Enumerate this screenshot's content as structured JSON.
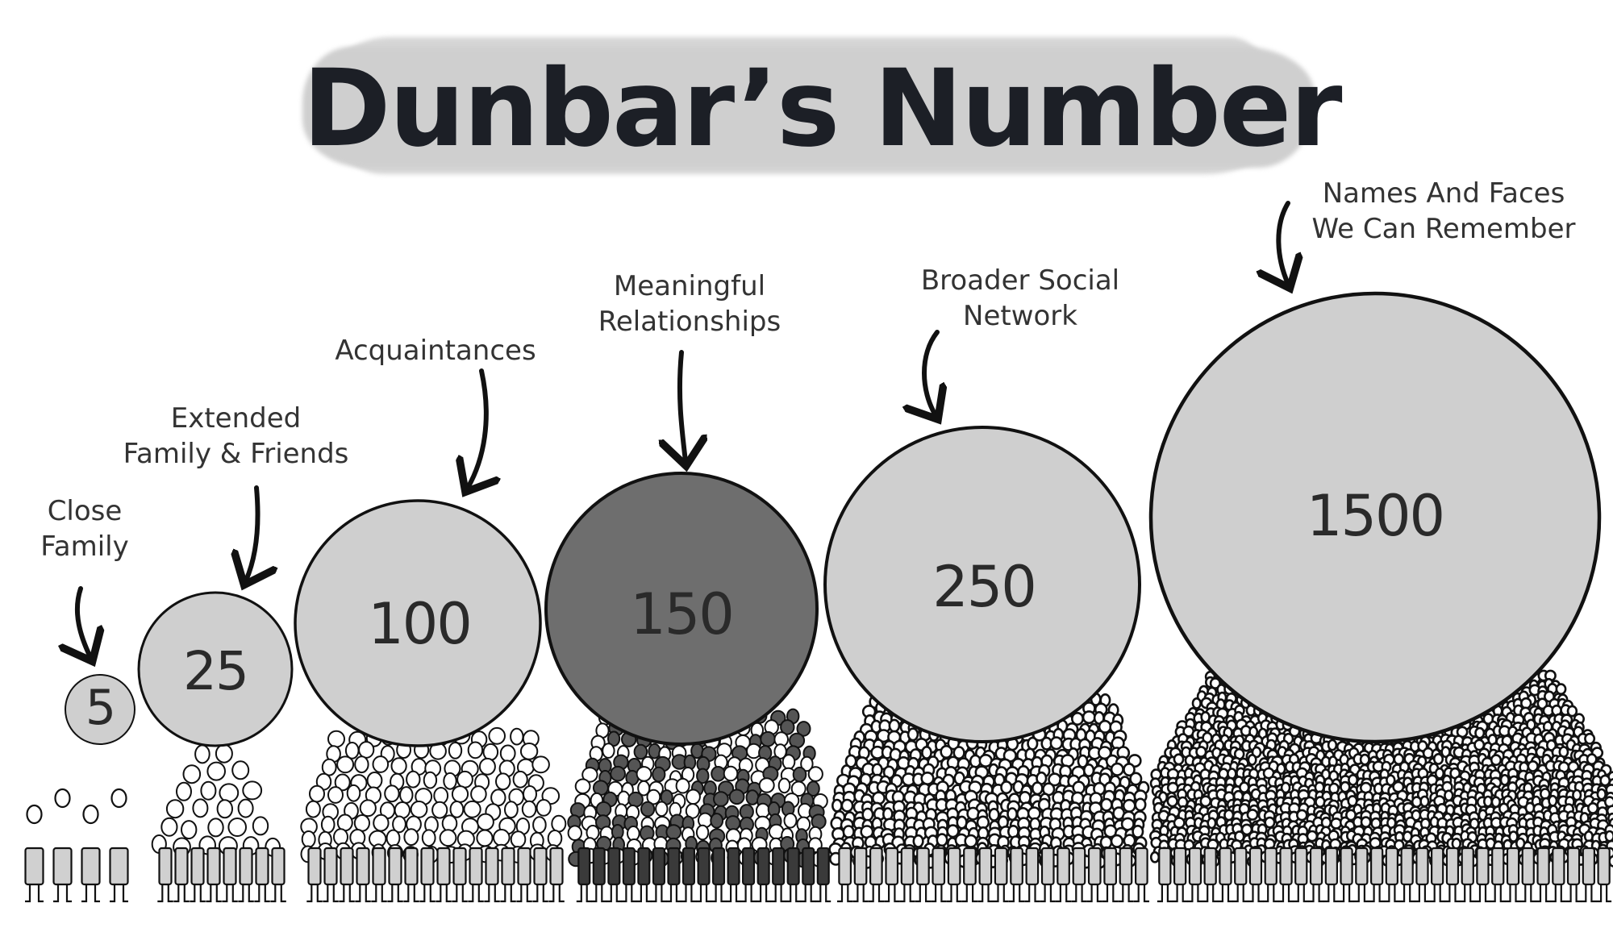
{
  "title": "Dunbar’s Number",
  "colors": {
    "circle_fill": "#cfcfcf",
    "highlight_fill": "#6e6e6e",
    "outline": "#111111",
    "text": "#333333"
  },
  "groups": [
    {
      "value": "5",
      "label_lines": [
        "Close",
        "Family"
      ],
      "highlighted": false
    },
    {
      "value": "25",
      "label_lines": [
        "Extended",
        "Family & Friends"
      ],
      "highlighted": false
    },
    {
      "value": "100",
      "label_lines": [
        "Acquaintances"
      ],
      "highlighted": false
    },
    {
      "value": "150",
      "label_lines": [
        "Meaningful",
        "Relationships"
      ],
      "highlighted": true
    },
    {
      "value": "250",
      "label_lines": [
        "Broader Social",
        "Network"
      ],
      "highlighted": false
    },
    {
      "value": "1500",
      "label_lines": [
        "Names And Faces",
        "We Can Remember"
      ],
      "highlighted": false
    }
  ]
}
